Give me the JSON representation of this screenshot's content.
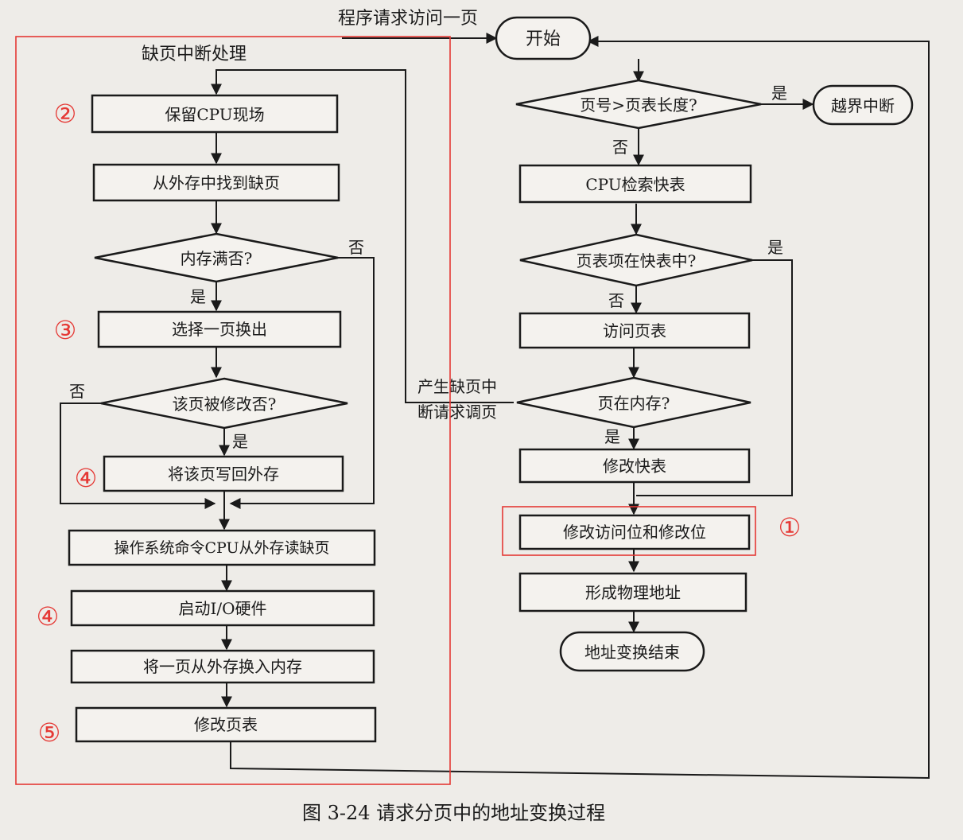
{
  "colors": {
    "ink": "#1a1a1a",
    "annotation": "#e53935",
    "paper": "#eeece8"
  },
  "top_label": "程序请求访问一页",
  "left_section_title": "缺页中断处理",
  "right_flow": {
    "start": "开始",
    "check_length": "页号>页表长度?",
    "yes_length": "是",
    "overflow": "越界中断",
    "no_length": "否",
    "cpu_search": "CPU检索快表",
    "check_tlb": "页表项在快表中?",
    "yes_tlb": "是",
    "no_tlb": "否",
    "access_table": "访问页表",
    "check_memory": "页在内存?",
    "yes_memory": "是",
    "update_tlb": "修改快表",
    "update_bits": "修改访问位和修改位",
    "form_address": "形成物理地址",
    "end": "地址变换结束"
  },
  "page_fault_label": [
    "产生缺页中",
    "断请求调页"
  ],
  "left_flow": {
    "save_cpu": "保留CPU现场",
    "find_page": "从外存中找到缺页",
    "check_full": "内存满否?",
    "no_full": "否",
    "yes_full": "是",
    "select_page": "选择一页换出",
    "check_modified": "该页被修改否?",
    "no_modified": "否",
    "yes_modified": "是",
    "write_back": "将该页写回外存",
    "os_read": "操作系统命令CPU从外存读缺页",
    "start_io": "启动I/O硬件",
    "swap_in": "将一页从外存换入内存",
    "update_table": "修改页表"
  },
  "annotations": {
    "n1": "①",
    "n2": "②",
    "n3": "③",
    "n4a": "④",
    "n4b": "④",
    "n5": "⑤"
  },
  "caption": "图 3-24   请求分页中的地址变换过程"
}
